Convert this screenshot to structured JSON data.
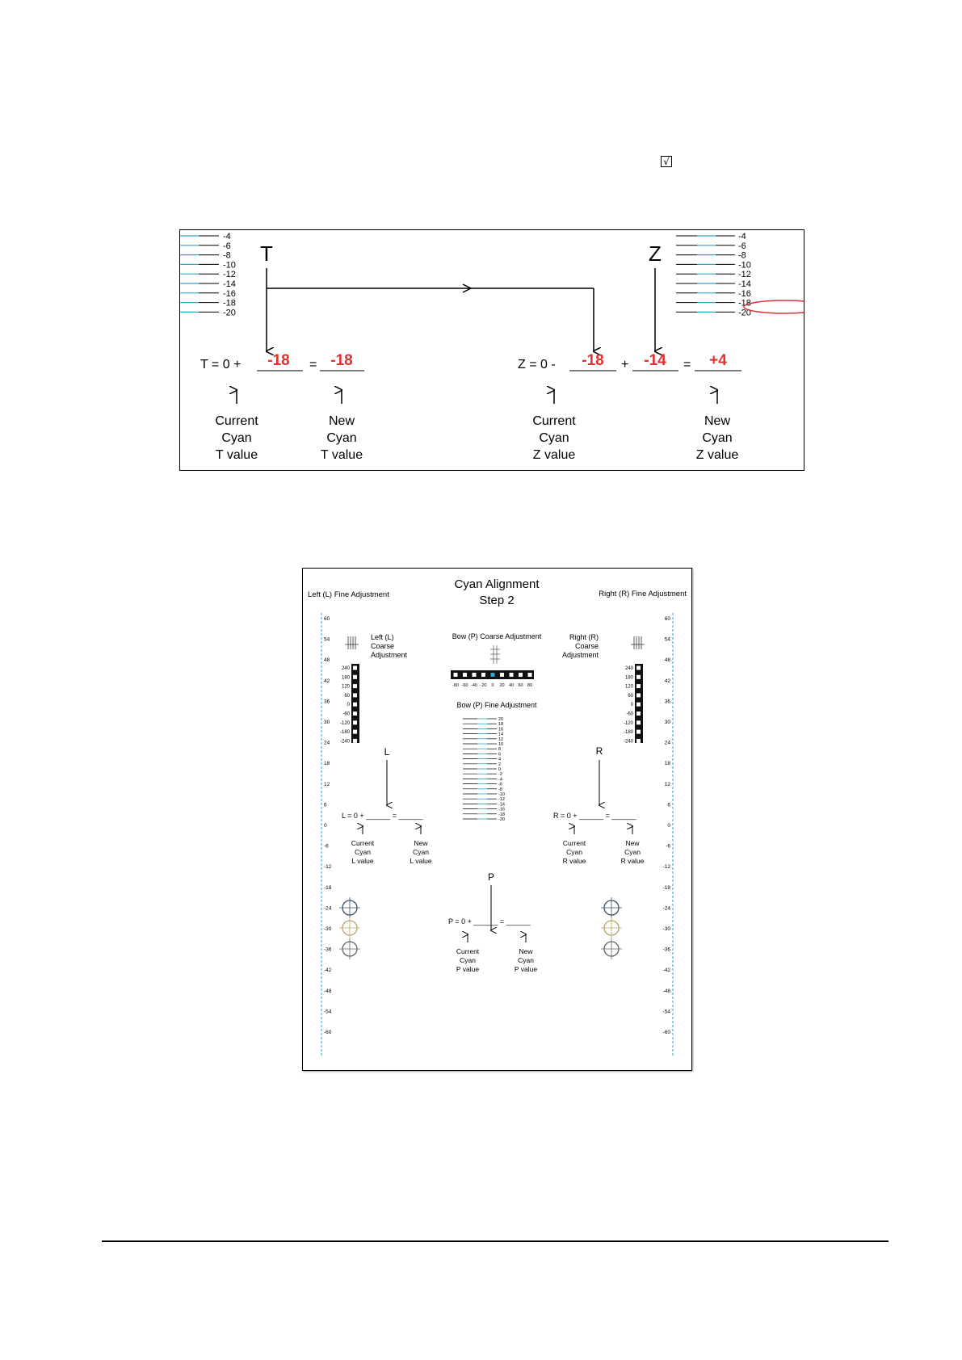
{
  "checkbox": {
    "mark": "√"
  },
  "figure1": {
    "ticks": [
      "-4",
      "-6",
      "-8",
      "-10",
      "-12",
      "-14",
      "-16",
      "-18",
      "-20"
    ],
    "t_letter": "T",
    "z_letter": "Z",
    "t_equation": {
      "prefix": "T  =  0 +",
      "value": "-18",
      "equals": "=",
      "result": "-18"
    },
    "z_equation": {
      "prefix": "Z  =  0 -",
      "value1": "-18",
      "plus": "+",
      "value2": "-14",
      "equals": "=",
      "result": "+4"
    },
    "labels": {
      "current_t": [
        "Current",
        "Cyan",
        "T value"
      ],
      "new_t": [
        "New",
        "Cyan",
        "T value"
      ],
      "current_z": [
        "Current",
        "Cyan",
        "Z value"
      ],
      "new_z": [
        "New",
        "Cyan",
        "Z value"
      ]
    },
    "colors": {
      "highlight": "#e03030",
      "cyan": "#2aa7c9"
    }
  },
  "figure2": {
    "title_line1": "Cyan Alignment",
    "title_line2": "Step 2",
    "left_fine": "Left (L) Fine Adjustment",
    "right_fine": "Right (R) Fine Adjustment",
    "left_coarse": [
      "Left (L)",
      "Coarse",
      "Adjustment"
    ],
    "right_coarse": [
      "Right (R)",
      "Coarse",
      "Adjustment"
    ],
    "bow_coarse": "Bow (P) Coarse Adjustment",
    "bow_fine": "Bow (P) Fine Adjustment",
    "side_scale": [
      "60",
      "54",
      "48",
      "42",
      "36",
      "30",
      "24",
      "18",
      "12",
      "6",
      "0",
      "-6",
      "-12",
      "-18",
      "-24",
      "-30",
      "-36",
      "-42",
      "-48",
      "-54",
      "-60"
    ],
    "coarse_scale": [
      "240",
      "180",
      "120",
      "60",
      "0",
      "-60",
      "-120",
      "-180",
      "-240"
    ],
    "bow_coarse_scale": [
      "-80",
      "-60",
      "-40",
      "-20",
      "0",
      "20",
      "40",
      "60",
      "80"
    ],
    "bow_fine_scale": [
      "20",
      "18",
      "16",
      "14",
      "12",
      "10",
      "8",
      "6",
      "4",
      "2",
      "0",
      "-2",
      "-4",
      "-6",
      "-8",
      "-10",
      "-12",
      "-14",
      "-16",
      "-18",
      "-20"
    ],
    "l_letter": "L",
    "r_letter": "R",
    "p_letter": "P",
    "l_equation": "L  =  0 + ______ = ______",
    "r_equation": "R  =  0 + ______ = ______",
    "p_equation": "P  = 0 + ______ = ______",
    "l_current": [
      "Current",
      "Cyan",
      "L value"
    ],
    "l_new": [
      "New",
      "Cyan",
      "L value"
    ],
    "r_current": [
      "Current",
      "Cyan",
      "R value"
    ],
    "r_new": [
      "New",
      "Cyan",
      "R value"
    ],
    "p_current": [
      "Current",
      "Cyan",
      "P value"
    ],
    "p_new": [
      "New",
      "Cyan",
      "P value"
    ]
  }
}
